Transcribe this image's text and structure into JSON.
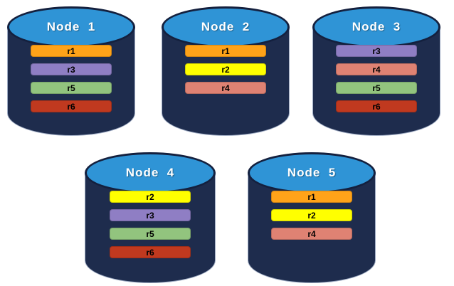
{
  "colors": {
    "background": "#FFFFFF",
    "cylinder_body": "#1E2C4D",
    "cylinder_body_edge": "#9FACC4",
    "cylinder_top": "#2F94D6",
    "cylinder_top_border": "#14203E",
    "node_label_color": "#FFFFFF",
    "replica_label_color": "#000000",
    "replicas": {
      "r1": "#FFA319",
      "r2": "#FFFF00",
      "r3": "#8F7EC4",
      "r4": "#DF8273",
      "r5": "#92C47E",
      "r6": "#C0391F"
    }
  },
  "nodes": [
    {
      "label": "Node  1",
      "replicas": [
        "r1",
        "r3",
        "r5",
        "r6"
      ]
    },
    {
      "label": "Node  2",
      "replicas": [
        "r1",
        "r2",
        "r4"
      ]
    },
    {
      "label": "Node  3",
      "replicas": [
        "r3",
        "r4",
        "r5",
        "r6"
      ]
    },
    {
      "label": "Node  4",
      "replicas": [
        "r2",
        "r3",
        "r5",
        "r6"
      ]
    },
    {
      "label": "Node  5",
      "replicas": [
        "r1",
        "r2",
        "r4"
      ]
    }
  ]
}
